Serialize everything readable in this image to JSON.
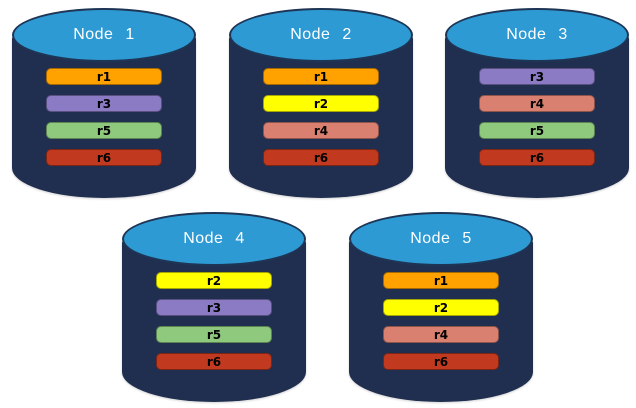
{
  "diagram": {
    "background_color": "#FFFFFF",
    "node_body_color": "#202F50",
    "node_top_color": "#2D9AD3",
    "node_top_border_color": "#1E3555",
    "node_label_color": "#FFFFFF",
    "replica_label_color": "#000000",
    "replica_colors": {
      "r1": "#FFA200",
      "r2": "#FFFF00",
      "r3": "#8A7BC4",
      "r4": "#DA8070",
      "r5": "#8FC97E",
      "r6": "#C13A20"
    },
    "nodes": [
      {
        "label": "Node 1",
        "replicas": [
          "r1",
          "r3",
          "r5",
          "r6"
        ]
      },
      {
        "label": "Node 2",
        "replicas": [
          "r1",
          "r2",
          "r4",
          "r6"
        ]
      },
      {
        "label": "Node 3",
        "replicas": [
          "r3",
          "r4",
          "r5",
          "r6"
        ]
      },
      {
        "label": "Node 4",
        "replicas": [
          "r2",
          "r3",
          "r5",
          "r6"
        ]
      },
      {
        "label": "Node 5",
        "replicas": [
          "r1",
          "r2",
          "r4",
          "r6"
        ]
      }
    ]
  }
}
